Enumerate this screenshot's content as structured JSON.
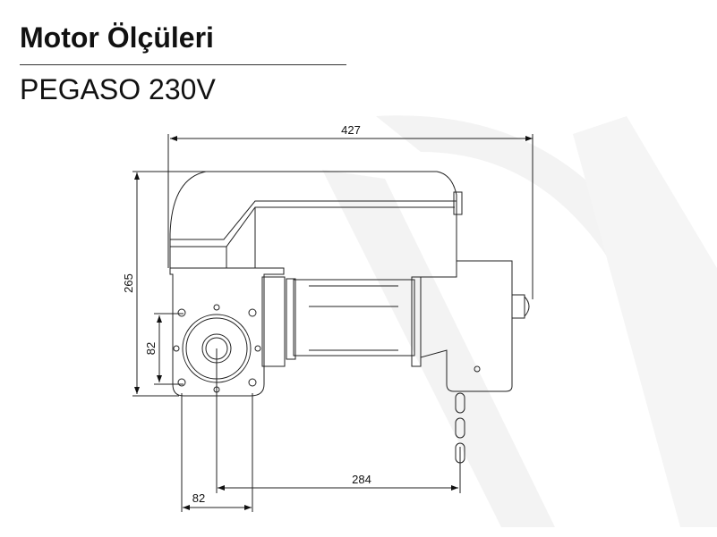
{
  "header": {
    "title": "Motor Ölçüleri",
    "subtitle": "PEGASO 230V"
  },
  "dimensions": {
    "overall_width": "427",
    "overall_height": "265",
    "flange_height": "82",
    "flange_width": "82",
    "shaft_to_chain": "284"
  },
  "colors": {
    "line": "#222222",
    "watermark": "#f2f2f2"
  }
}
